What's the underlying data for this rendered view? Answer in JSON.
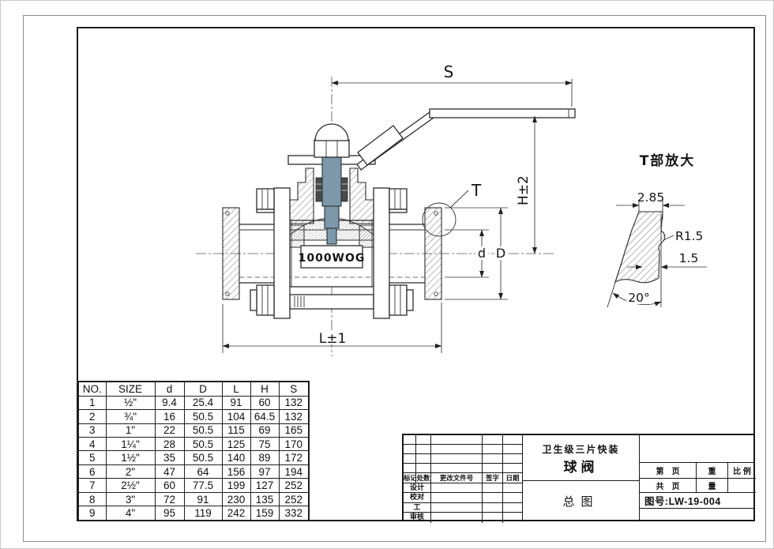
{
  "drawing": {
    "dim_s": "S",
    "dim_h": "H±2",
    "detail_ref": "T",
    "dim_d_small": "d",
    "dim_d_big": "D",
    "dim_l": "L±1",
    "body_marking": "1000WOG",
    "detail": {
      "title": "T部放大",
      "width": "2.85",
      "radius": "R1.5",
      "thickness": "1.5",
      "angle": "20°"
    },
    "colors": {
      "stem": "#7d98a9",
      "line": "#2b2b2b"
    }
  },
  "table": {
    "headers": [
      "NO.",
      "SIZE",
      "d",
      "D",
      "L",
      "H",
      "S"
    ],
    "rows": [
      [
        "1",
        "½\"",
        "9.4",
        "25.4",
        "91",
        "60",
        "132"
      ],
      [
        "2",
        "¾\"",
        "16",
        "50.5",
        "104",
        "64.5",
        "132"
      ],
      [
        "3",
        "1\"",
        "22",
        "50.5",
        "115",
        "69",
        "165"
      ],
      [
        "4",
        "1¼\"",
        "28",
        "50.5",
        "125",
        "75",
        "170"
      ],
      [
        "5",
        "1½\"",
        "35",
        "50.5",
        "140",
        "89",
        "172"
      ],
      [
        "6",
        "2\"",
        "47",
        "64",
        "156",
        "97",
        "194"
      ],
      [
        "7",
        "2½\"",
        "60",
        "77.5",
        "199",
        "127",
        "252"
      ],
      [
        "8",
        "3\"",
        "72",
        "91",
        "230",
        "135",
        "252"
      ],
      [
        "9",
        "4\"",
        "95",
        "119",
        "242",
        "159",
        "332"
      ]
    ]
  },
  "title_block": {
    "product_name_line1": "卫生级三片快装",
    "product_name_line2": "球阀",
    "view_name": "总图",
    "drawing_number": "图号:LW-19-004",
    "rev_headers": [
      "标记",
      "处数",
      "更改文件号",
      "签字",
      "日期"
    ],
    "role_labels": [
      "设计",
      "校对",
      "工",
      "审核"
    ],
    "info_row1": [
      "第　页",
      "重",
      "比 例"
    ],
    "info_row2": [
      "共　页",
      "量",
      ""
    ]
  }
}
